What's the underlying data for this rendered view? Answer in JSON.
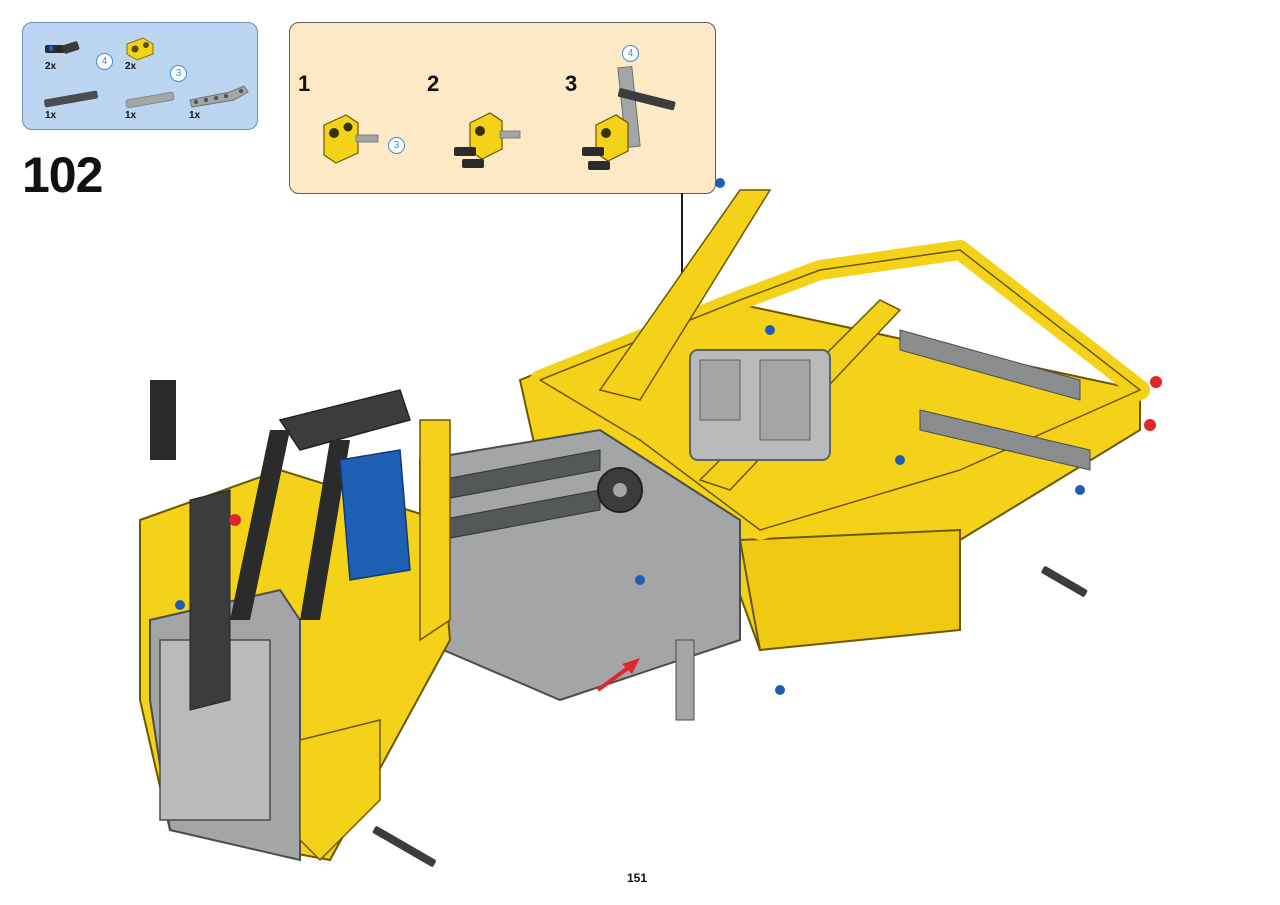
{
  "parts_list": {
    "items": [
      {
        "qty": "2x",
        "icon": "axle-pin-icon",
        "length": "4"
      },
      {
        "qty": "2x",
        "icon": "cross-block-icon",
        "length": "3"
      },
      {
        "qty": "1x",
        "icon": "axle-dark-icon"
      },
      {
        "qty": "1x",
        "icon": "axle-grey-icon"
      },
      {
        "qty": "1x",
        "icon": "beam-icon"
      }
    ]
  },
  "step": {
    "number": "102"
  },
  "substeps": [
    {
      "number": "1",
      "callout": "3"
    },
    {
      "number": "2"
    },
    {
      "number": "3",
      "callout": "4"
    }
  ],
  "page": {
    "number": "151"
  },
  "colors": {
    "parts_box_bg": "#bcd6f2",
    "substep_box_bg": "#fde9c6",
    "brick_yellow": "#f5d21a",
    "brick_grey": "#a3a5a6",
    "brick_dark_grey": "#555859",
    "brick_blue": "#1f5fb3",
    "arrow_red": "#e0262a"
  }
}
